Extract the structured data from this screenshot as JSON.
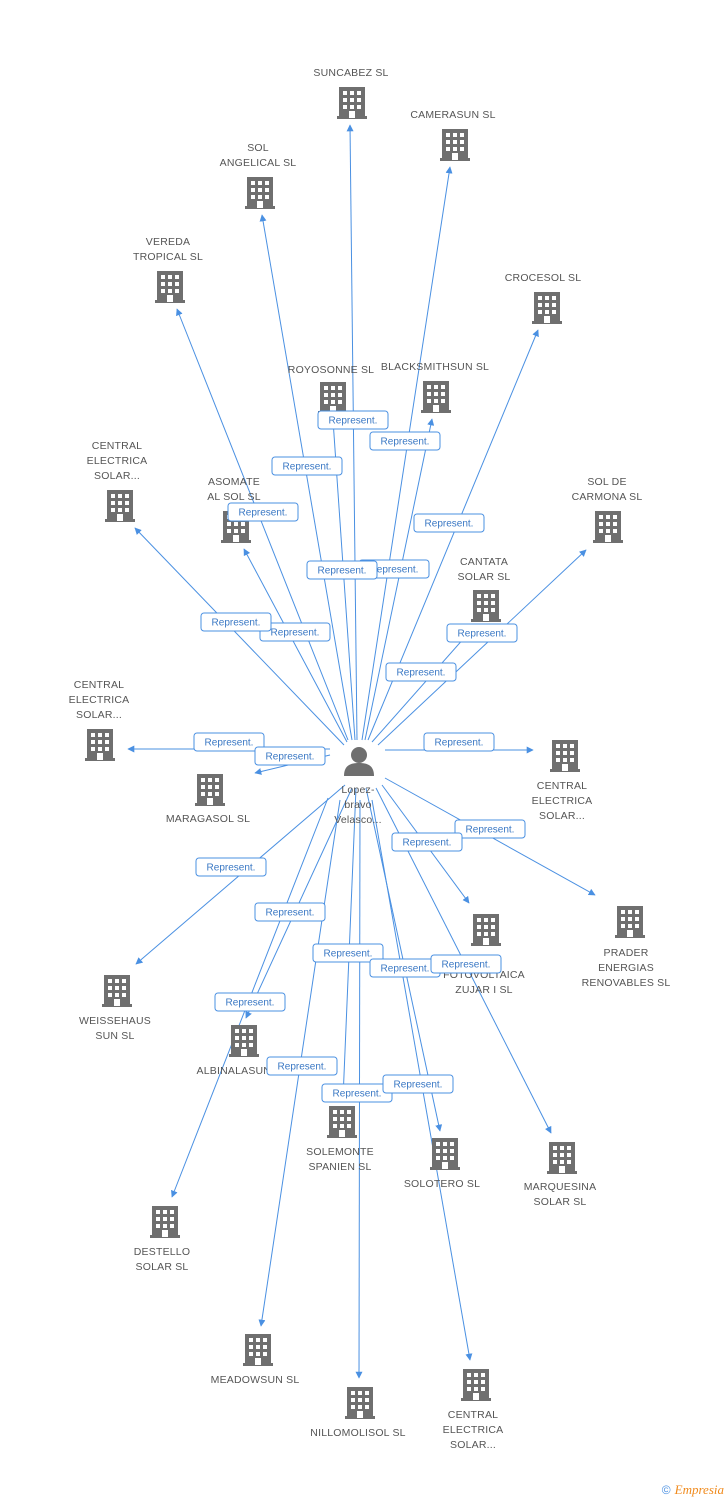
{
  "diagram": {
    "center": {
      "name": "Lopez-bravo Velasco...",
      "lines": [
        "Lopez-",
        "bravo",
        "Velasco..."
      ],
      "icon": "person-icon"
    },
    "colors": {
      "edge": "#4a90e2",
      "node_icon": "#6f6f6f",
      "label": "#555555"
    },
    "nodes": [
      {
        "id": "suncabez",
        "lines": [
          "SUNCABEZ SL"
        ]
      },
      {
        "id": "camerasun",
        "lines": [
          "CAMERASUN SL"
        ]
      },
      {
        "id": "sol-angelical",
        "lines": [
          "SOL",
          "ANGELICAL SL"
        ]
      },
      {
        "id": "vereda-tropical",
        "lines": [
          "VEREDA",
          "TROPICAL SL"
        ]
      },
      {
        "id": "crocesol",
        "lines": [
          "CROCESOL SL"
        ]
      },
      {
        "id": "royosonne",
        "lines": [
          "ROYOSONNE SL"
        ]
      },
      {
        "id": "blacksmithsun",
        "lines": [
          "BLACKSMITHSUN SL"
        ]
      },
      {
        "id": "central-electrica-1",
        "lines": [
          "CENTRAL",
          "ELECTRICA",
          "SOLAR..."
        ]
      },
      {
        "id": "asomate-al-sol",
        "lines": [
          "ASOMATE",
          "AL SOL SL"
        ]
      },
      {
        "id": "sol-de-carmona",
        "lines": [
          "SOL DE",
          "CARMONA SL"
        ]
      },
      {
        "id": "cantata-solar",
        "lines": [
          "CANTATA",
          "SOLAR SL"
        ]
      },
      {
        "id": "central-electrica-2",
        "lines": [
          "CENTRAL",
          "ELECTRICA",
          "SOLAR..."
        ]
      },
      {
        "id": "maragasol",
        "lines": [
          "MARAGASOL SL"
        ]
      },
      {
        "id": "central-electrica-3",
        "lines": [
          "CENTRAL",
          "ELECTRICA",
          "SOLAR..."
        ]
      },
      {
        "id": "prader-energias",
        "lines": [
          "PRADER",
          "ENERGIAS",
          "RENOVABLES SL"
        ]
      },
      {
        "id": "fotovoltaica-zujar",
        "lines": [
          "FOTOVOLTAICA",
          "ZUJAR I SL"
        ]
      },
      {
        "id": "weissehaus-sun",
        "lines": [
          "WEISSEHAUS",
          "SUN SL"
        ]
      },
      {
        "id": "albinalasun",
        "lines": [
          "ALBINALASUN SL"
        ]
      },
      {
        "id": "solemonte-spanien",
        "lines": [
          "SOLEMONTE",
          "SPANIEN SL"
        ]
      },
      {
        "id": "solotero",
        "lines": [
          "SOLOTERO SL"
        ]
      },
      {
        "id": "marquesina-solar",
        "lines": [
          "MARQUESINA",
          "SOLAR SL"
        ]
      },
      {
        "id": "destello-solar",
        "lines": [
          "DESTELLO",
          "SOLAR SL"
        ]
      },
      {
        "id": "meadowsun",
        "lines": [
          "MEADOWSUN SL"
        ]
      },
      {
        "id": "nillomolisol",
        "lines": [
          "NILLOMOLISOL SL"
        ]
      },
      {
        "id": "central-electrica-4",
        "lines": [
          "CENTRAL",
          "ELECTRICA",
          "SOLAR..."
        ]
      }
    ],
    "edge_label": "Represent."
  },
  "footer": {
    "copyright": "©",
    "brand": "Empresia",
    "brand_initial": "E",
    "brand_rest": "mpresia"
  }
}
